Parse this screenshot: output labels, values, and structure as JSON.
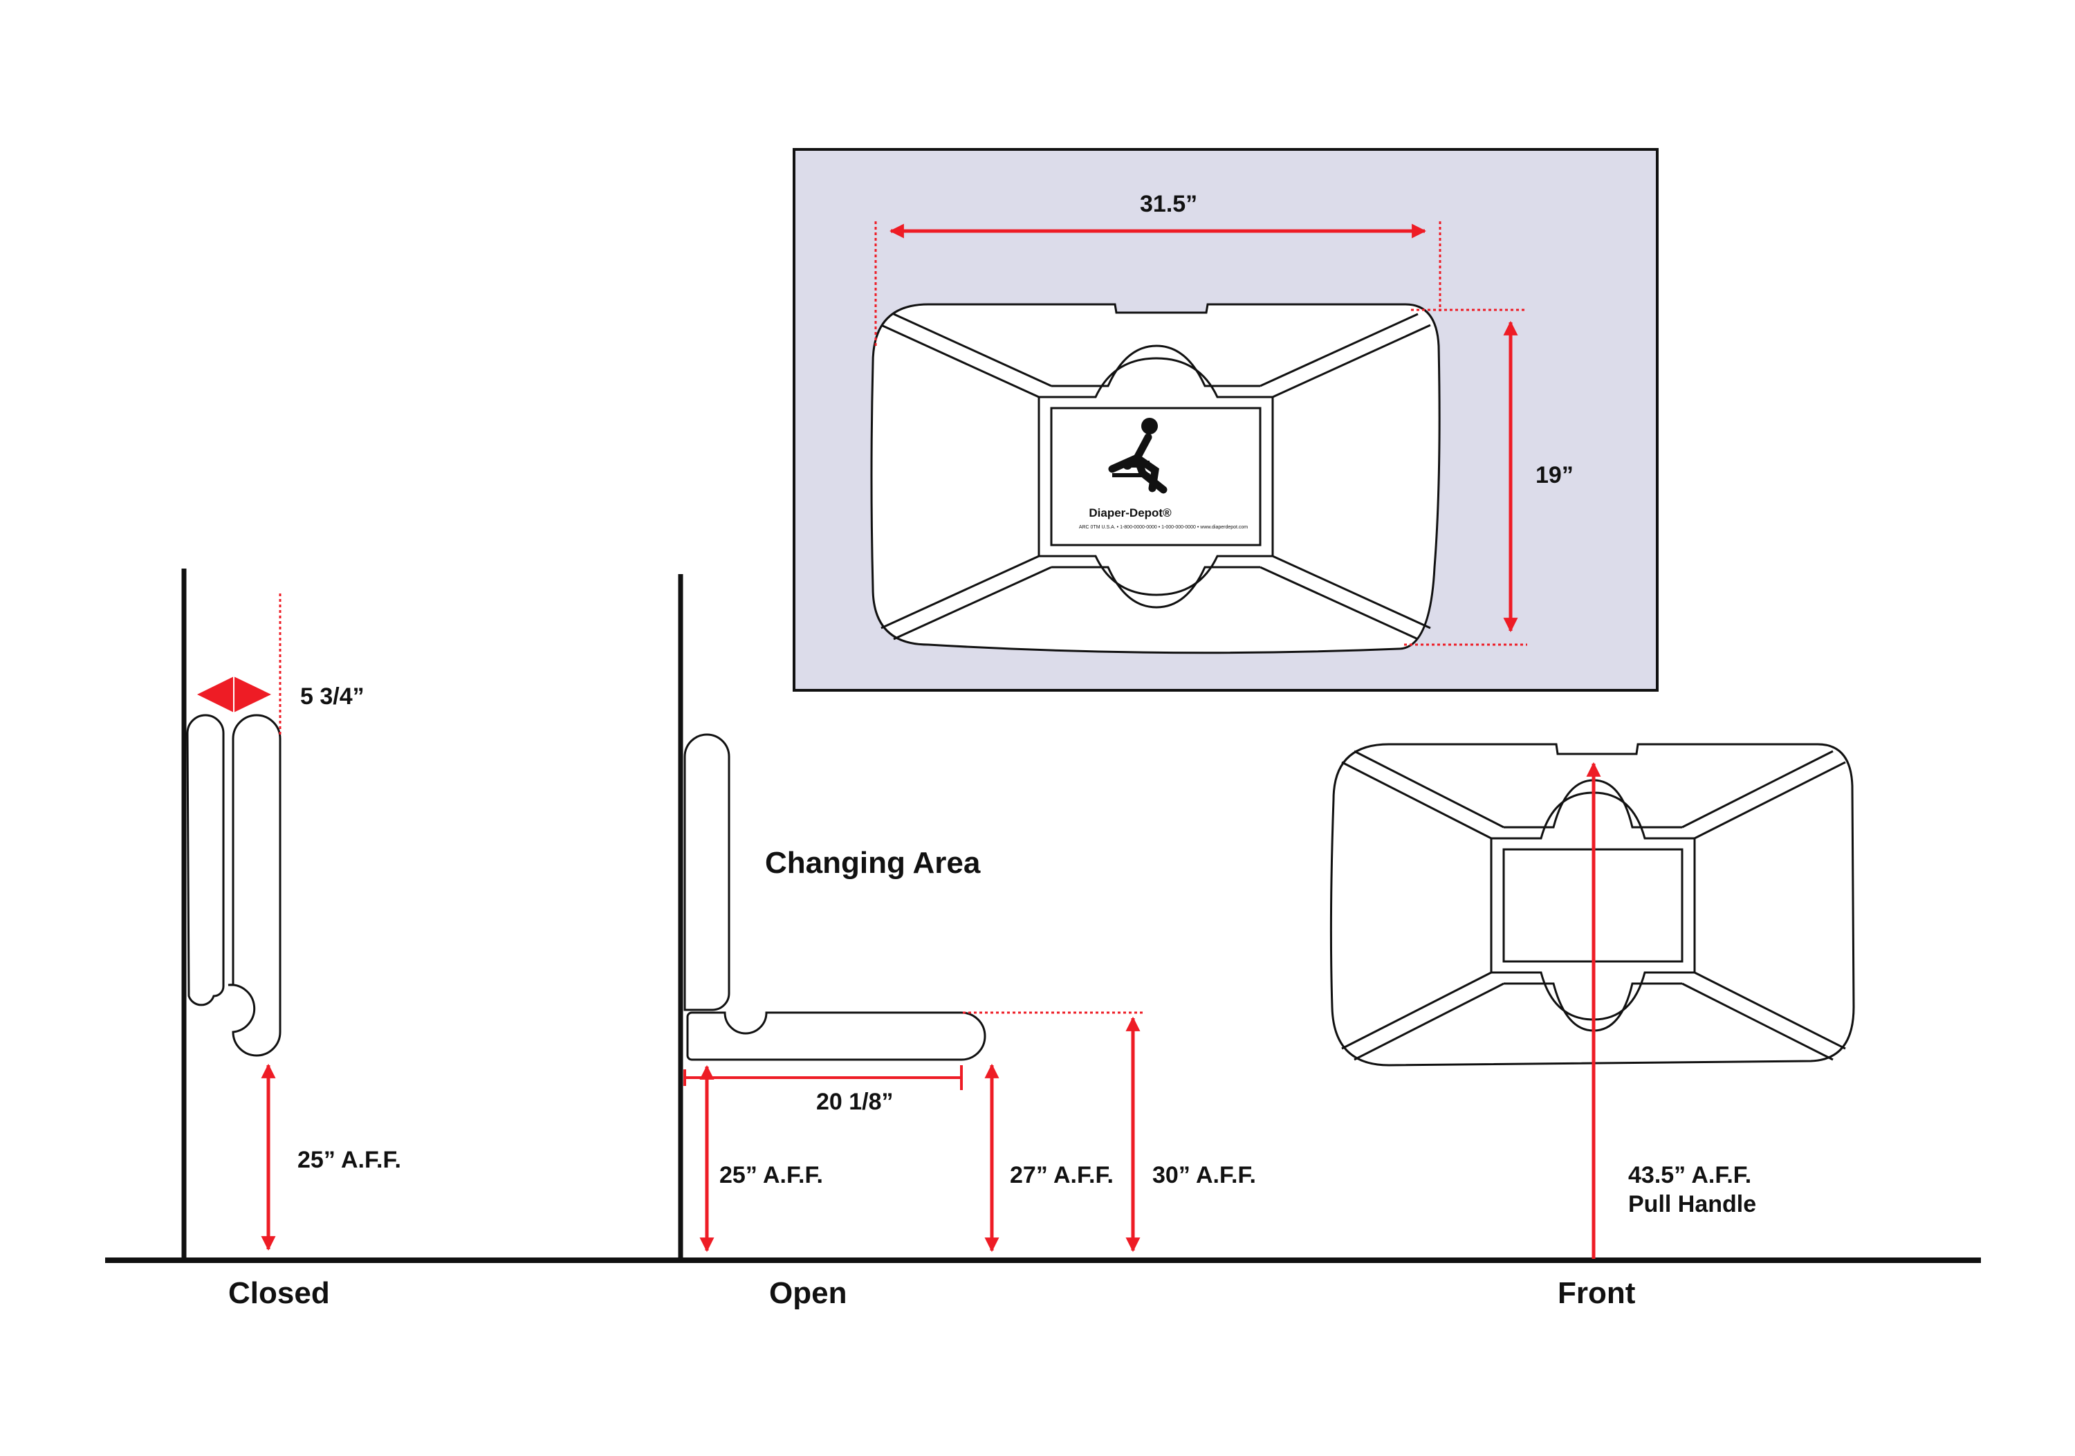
{
  "colors": {
    "ink": "#111111",
    "dimension": "#ee1c25",
    "panel": "#dcdcea"
  },
  "labels": {
    "width_top": "31.5”",
    "height_top": "19”",
    "depth_closed": "5 3/4”",
    "closed_aff": "25” A.F.F.",
    "open_extension": "20 1/8”",
    "open_aff_25": "25” A.F.F.",
    "open_aff_27": "27” A.F.F.",
    "open_aff_30": "30” A.F.F.",
    "front_aff": "43.5” A.F.F.",
    "front_pull": "Pull Handle",
    "changing_area": "Changing Area",
    "caption_closed": "Closed",
    "caption_open": "Open",
    "caption_front": "Front",
    "brand": "Diaper-Depot®",
    "brand_fineprint": "ARC 0TM U.S.A. • 1-800-0000-0000 • 1-000-000-0000 • www.diaperdepot.com"
  },
  "icons": {
    "changing_symbol": "baby-changing-icon"
  }
}
